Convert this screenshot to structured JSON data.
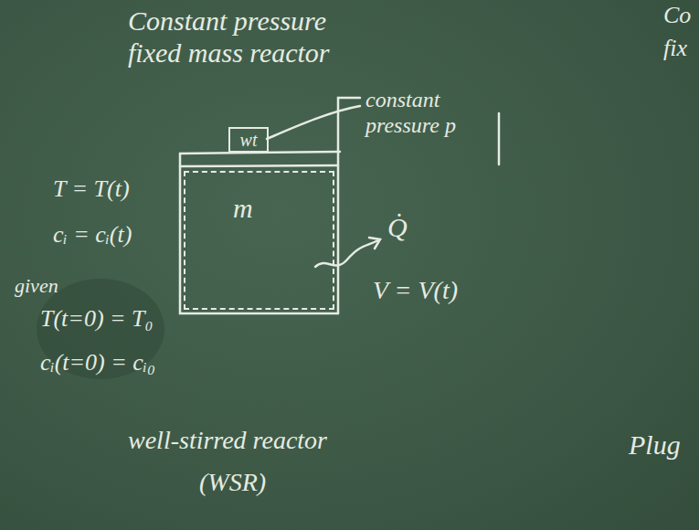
{
  "diagram": {
    "title": "Constant pressure fixed mass reactor",
    "nodes": [
      {
        "text": [
          "wt"
        ]
      },
      {
        "text": [
          "m"
        ]
      }
    ],
    "labels": [
      "constant pressure p",
      "Q̇",
      "V = V(t)",
      "T = T(t)",
      "cᵢ = cᵢ(t)",
      "given",
      "T(t=0) = T₀",
      "cᵢ(t=0) = cᵢ₀",
      "well-stirred reactor",
      "(WSR)",
      "Plug",
      "Co",
      "fix"
    ]
  }
}
